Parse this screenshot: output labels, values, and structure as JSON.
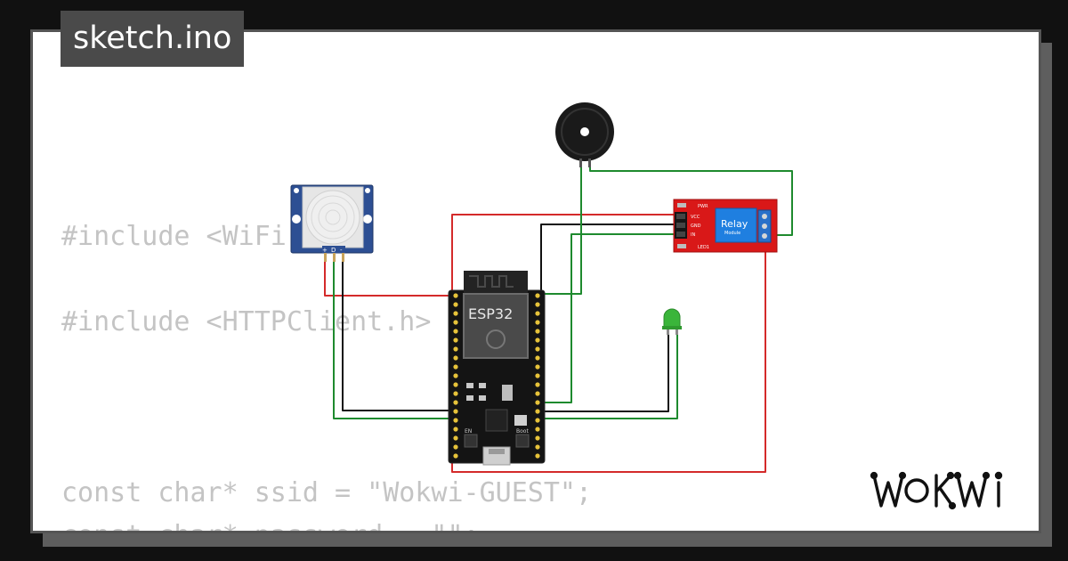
{
  "header": {
    "file_name": "sketch.ino"
  },
  "code": {
    "lines": [
      "#include <WiFi.h>",
      "#include <HTTPClient.h>",
      "const char* ssid = \"Wokwi-GUEST\";",
      "const char* password = \"\";"
    ]
  },
  "components": {
    "esp32_label": "ESP32",
    "relay_label": "Relay",
    "relay_sublabel": "Module",
    "relay_pins": [
      "VCC",
      "GND",
      "IN"
    ],
    "relay_led_labels": [
      "PWR",
      "LED1"
    ],
    "pir_pins": [
      "+",
      "D",
      "-"
    ],
    "board_buttons": [
      "EN",
      "Boot"
    ]
  },
  "brand": {
    "logo_text": "WOKWI"
  },
  "colors": {
    "wire_red": "#d42a2a",
    "wire_green": "#1e8a2e",
    "wire_black": "#111111",
    "relay_red": "#d91818",
    "led_green": "#3ab53a"
  }
}
